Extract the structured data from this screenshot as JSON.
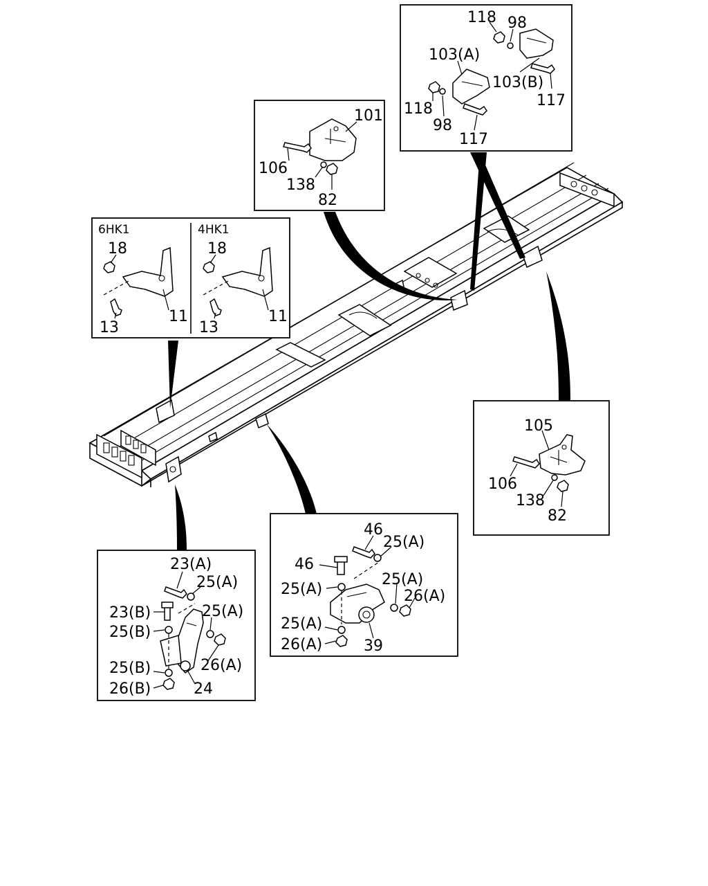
{
  "diagram": {
    "frame_detail": {
      "engine_variants": [
        "6HK1",
        "4HK1"
      ]
    },
    "callouts": {
      "rear_top": [
        "118",
        "98",
        "103(A)",
        "103(B)",
        "118",
        "98",
        "117",
        "117"
      ],
      "mid_top": [
        "101",
        "106",
        "138",
        "82"
      ],
      "front_left_6hk1": [
        "18",
        "13",
        "11"
      ],
      "front_left_4hk1": [
        "18",
        "13",
        "11"
      ],
      "right": [
        "105",
        "106",
        "138",
        "82"
      ],
      "center_bottom": [
        "46",
        "25(A)",
        "46",
        "25(A)",
        "25(A)",
        "26(A)",
        "25(A)",
        "26(A)",
        "39"
      ],
      "left_bottom": [
        "23(A)",
        "25(A)",
        "23(B)",
        "25(B)",
        "25(A)",
        "26(A)",
        "25(B)",
        "26(B)",
        "24"
      ]
    }
  }
}
